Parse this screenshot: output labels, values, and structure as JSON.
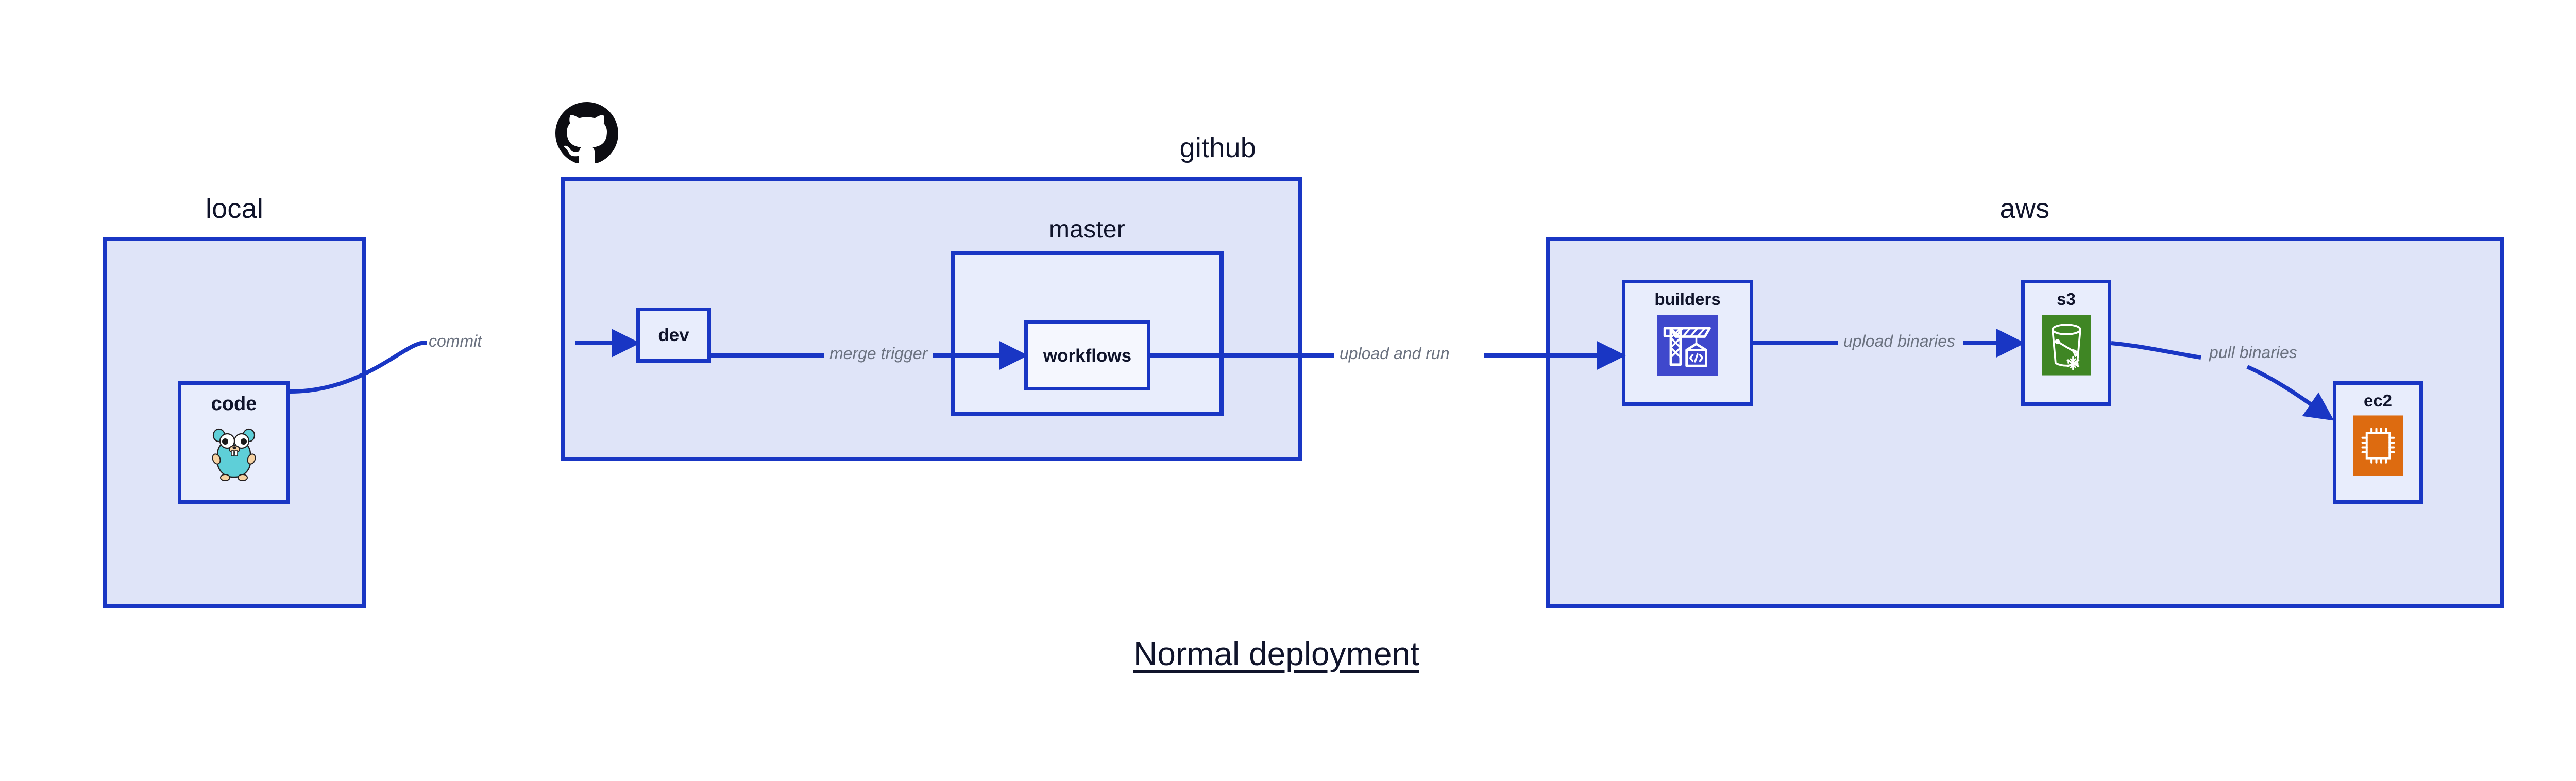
{
  "diagram": {
    "title": "Normal deployment",
    "accent_border": "#1936c4",
    "group_fill": "#dfe4f8",
    "node_fill": "#e8edfc",
    "node_fill_bright": "#f5f7fe",
    "text_color": "#10142b",
    "edge_label_color": "#6b7280"
  },
  "groups": [
    {
      "id": "local",
      "title": "local"
    },
    {
      "id": "github",
      "title": "github"
    },
    {
      "id": "master",
      "title": "master"
    },
    {
      "id": "aws",
      "title": "aws"
    }
  ],
  "nodes": [
    {
      "id": "code",
      "label": "code",
      "icon": "go-gopher-icon",
      "icon_color": "#5ecfd8"
    },
    {
      "id": "dev",
      "label": "dev",
      "icon": "none",
      "icon_color": ""
    },
    {
      "id": "workflows",
      "label": "workflows",
      "icon": "none",
      "icon_color": ""
    },
    {
      "id": "builders",
      "label": "builders",
      "icon": "aws-codebuild-icon",
      "icon_color": "#3f48cc"
    },
    {
      "id": "s3",
      "label": "s3",
      "icon": "aws-s3-glacier-icon",
      "icon_color": "#3f8624"
    },
    {
      "id": "ec2",
      "label": "ec2",
      "icon": "aws-ec2-icon",
      "icon_color": "#dd6b10"
    }
  ],
  "edges": [
    {
      "id": "commit",
      "label": "commit",
      "from": "code",
      "to": "dev"
    },
    {
      "id": "merge-trigger",
      "label": "merge trigger",
      "from": "dev",
      "to": "workflows"
    },
    {
      "id": "upload-and-run",
      "label": "upload and run",
      "from": "workflows",
      "to": "builders"
    },
    {
      "id": "upload-binaries",
      "label": "upload binaries",
      "from": "builders",
      "to": "s3"
    },
    {
      "id": "pull-binaries",
      "label": "pull binaries",
      "from": "s3",
      "to": "ec2"
    }
  ],
  "logos": [
    {
      "id": "github-logo",
      "name": "github-octocat-icon",
      "color": "#0d0d12"
    }
  ]
}
